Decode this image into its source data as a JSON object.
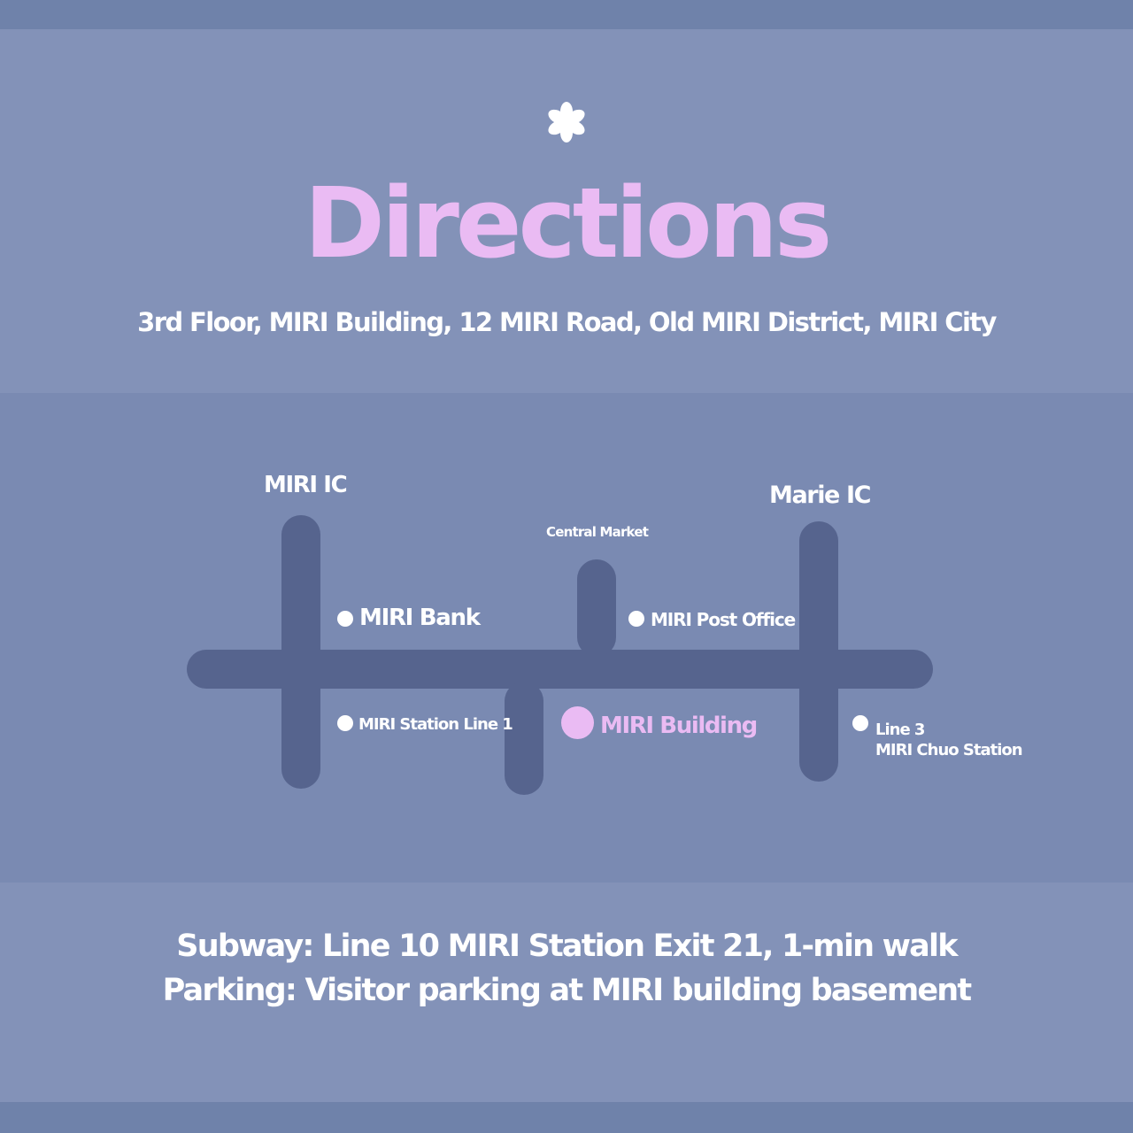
{
  "colors": {
    "accent": "#eabbf3",
    "text": "#ffffff",
    "road": "#56648e",
    "header_bg": "#8392b8",
    "map_bg": "#7a8ab2",
    "frame_bg": "#6f82aa"
  },
  "header": {
    "icon": "asterisk-flower-icon",
    "title": "Directions",
    "address": "3rd Floor, MIRI Building, 12 MIRI Road, Old MIRI District, MIRI City"
  },
  "map": {
    "interchanges": {
      "left": "MIRI IC",
      "right": "Marie IC"
    },
    "landmarks": {
      "central_market": "Central Market",
      "bank": "MIRI Bank",
      "post_office": "MIRI Post Office",
      "station_line1": "MIRI Station Line 1",
      "building": "MIRI Building",
      "chuo_line": "Line 3",
      "chuo_station": "MIRI Chuo Station"
    }
  },
  "footer": {
    "subway": "Subway: Line 10 MIRI Station Exit 21, 1-min walk",
    "parking": "Parking: Visitor parking at MIRI building basement"
  }
}
